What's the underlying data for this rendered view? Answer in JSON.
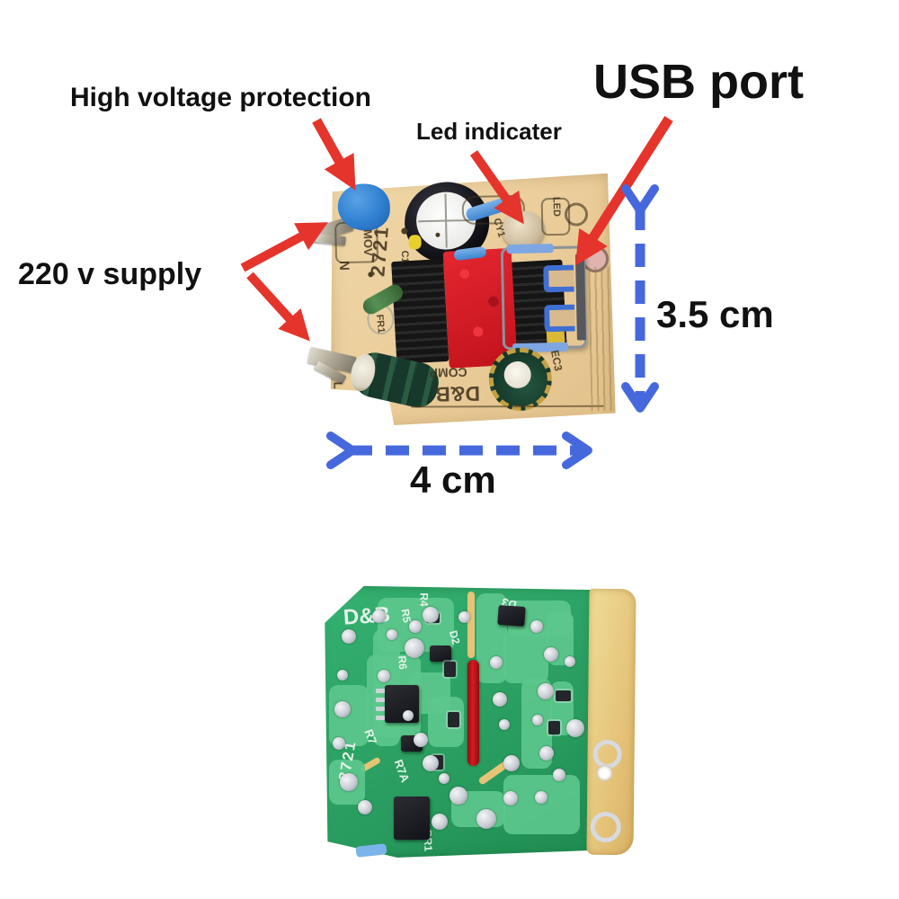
{
  "annotations": {
    "high_voltage": "High voltage protection",
    "led_indicator": "Led indicater",
    "usb_port": "USB port",
    "supply": "220 v supply"
  },
  "dimensions": {
    "height": "3.5 cm",
    "width": "4 cm"
  },
  "front_board": {
    "silkscreen": {
      "mov": "MOV",
      "n": "N",
      "l": "L",
      "code": "2721",
      "fr1": "FR1",
      "c1": "C1",
      "cy1": "CY1",
      "led": "LED",
      "ec3": "EC3",
      "comp": "COMP",
      "brand": "D&B"
    }
  },
  "back_board": {
    "silkscreen": {
      "brand": "D&B",
      "r4": "R4",
      "r5": "R5",
      "r6": "R6",
      "r7": "R7",
      "r7a": "R7A",
      "d2": "D2",
      "d3": "D3",
      "br1": "BR1",
      "code": "2721"
    }
  },
  "colors": {
    "arrow_red": "#e5342b",
    "dimension_blue": "#4668dd",
    "pcb_front_tan": "#eacc99",
    "pcb_back_green": "#2ca566",
    "label_text": "#111111"
  }
}
